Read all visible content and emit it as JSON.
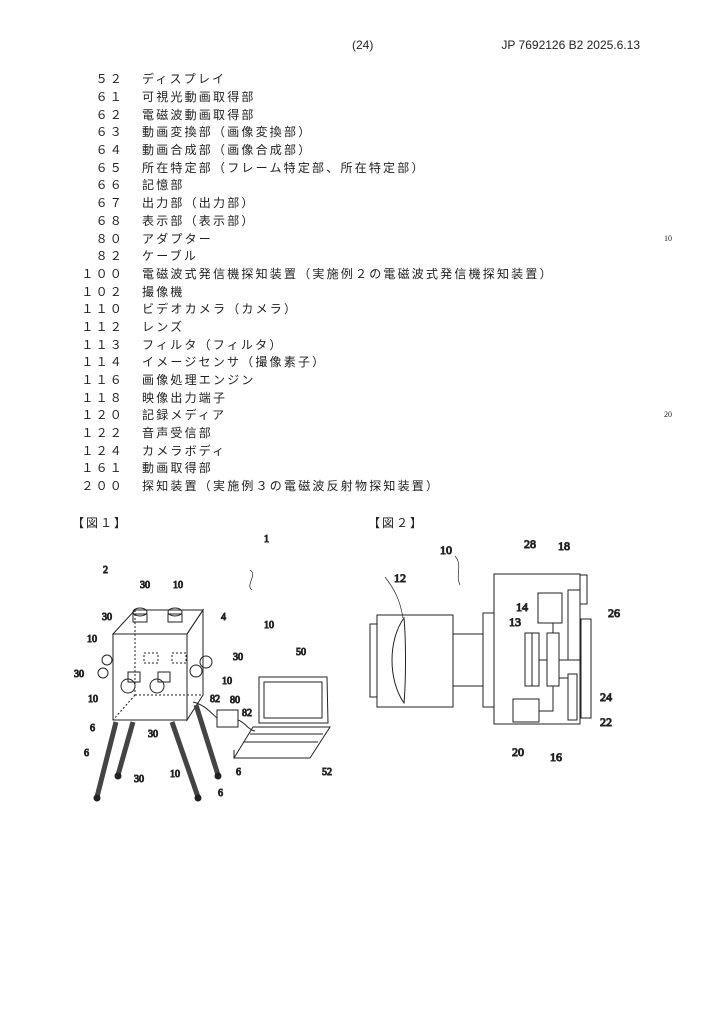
{
  "header": {
    "page": "(24)",
    "doc": "JP 7692126 B2 2025.6.13"
  },
  "line_numbers": [
    "10",
    "20"
  ],
  "references": [
    {
      "num": "５２",
      "label": "ディスプレイ"
    },
    {
      "num": "６１",
      "label": "可視光動画取得部"
    },
    {
      "num": "６２",
      "label": "電磁波動画取得部"
    },
    {
      "num": "６３",
      "label": "動画変換部（画像変換部）"
    },
    {
      "num": "６４",
      "label": "動画合成部（画像合成部）"
    },
    {
      "num": "６５",
      "label": "所在特定部（フレーム特定部、所在特定部）"
    },
    {
      "num": "６６",
      "label": "記憶部"
    },
    {
      "num": "６７",
      "label": "出力部（出力部）"
    },
    {
      "num": "６８",
      "label": "表示部（表示部）"
    },
    {
      "num": "８０",
      "label": "アダプター"
    },
    {
      "num": "８２",
      "label": "ケーブル"
    },
    {
      "num": "１００",
      "label": "電磁波式発信機探知装置（実施例２の電磁波式発信機探知装置）"
    },
    {
      "num": "１０２",
      "label": "撮像機"
    },
    {
      "num": "１１０",
      "label": "ビデオカメラ（カメラ）"
    },
    {
      "num": "１１２",
      "label": "レンズ"
    },
    {
      "num": "１１３",
      "label": "フィルタ（フィルタ）"
    },
    {
      "num": "１１４",
      "label": "イメージセンサ（撮像素子）"
    },
    {
      "num": "１１６",
      "label": "画像処理エンジン"
    },
    {
      "num": "１１８",
      "label": "映像出力端子"
    },
    {
      "num": "１２０",
      "label": "記録メディア"
    },
    {
      "num": "１２２",
      "label": "音声受信部"
    },
    {
      "num": "１２４",
      "label": "カメラボディ"
    },
    {
      "num": "１６１",
      "label": "動画取得部"
    },
    {
      "num": "２００",
      "label": "探知装置（実施例３の電磁波反射物探知装置）"
    }
  ],
  "fig1": {
    "title": "【図１】",
    "labels": {
      "l1": "1",
      "l2": "2",
      "l4": "4",
      "l6": "6",
      "l10": "10",
      "l30": "30",
      "l50": "50",
      "l52": "52",
      "l80": "80",
      "l82": "82"
    }
  },
  "fig2": {
    "title": "【図２】",
    "labels": {
      "l10": "10",
      "l12": "12",
      "l13": "13",
      "l14": "14",
      "l16": "16",
      "l18": "18",
      "l20": "20",
      "l22": "22",
      "l24": "24",
      "l26": "26",
      "l28": "28"
    }
  }
}
